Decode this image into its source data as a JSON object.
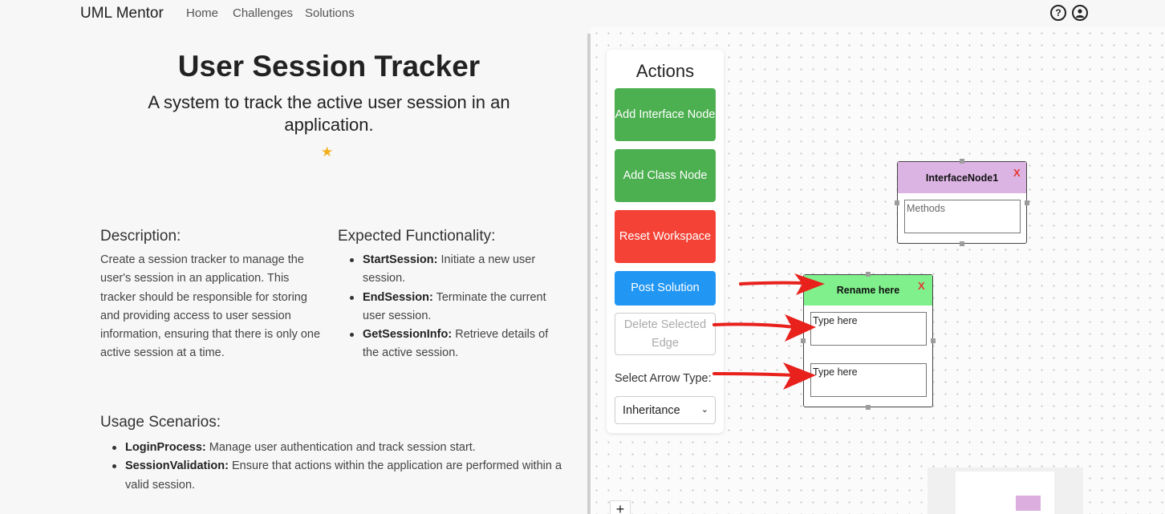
{
  "nav": {
    "brand": "UML Mentor",
    "links": [
      "Home",
      "Challenges",
      "Solutions"
    ],
    "help_icon": "help-circle-icon",
    "user_icon": "user-circle-icon"
  },
  "challenge": {
    "title": "User Session Tracker",
    "subtitle": "A system to track the active user session in an application.",
    "stars": "★",
    "description_heading": "Description:",
    "description": "Create a session tracker to manage the user's session in an application. This tracker should be responsible for storing and providing access to user session information, ensuring that there is only one active session at a time.",
    "functionality_heading": "Expected Functionality:",
    "functionality": [
      {
        "name": "StartSession:",
        "text": "Initiate a new user session."
      },
      {
        "name": "EndSession:",
        "text": "Terminate the current user session."
      },
      {
        "name": "GetSessionInfo:",
        "text": "Retrieve details of the active session."
      }
    ],
    "usage_heading": "Usage Scenarios:",
    "usage": [
      {
        "name": "LoginProcess:",
        "text": "Manage user authentication and track session start."
      },
      {
        "name": "SessionValidation:",
        "text": "Ensure that actions within the application are performed within a valid session."
      }
    ]
  },
  "actions": {
    "title": "Actions",
    "add_interface": "Add Interface Node",
    "add_class": "Add Class Node",
    "reset": "Reset Workspace",
    "post": "Post Solution",
    "delete_edge": "Delete Selected Edge",
    "arrow_label": "Select Arrow Type:",
    "arrow_value": "Inheritance"
  },
  "nodes": {
    "interface": {
      "name": "InterfaceNode1",
      "close": "X",
      "methods_placeholder": "Methods",
      "color": "#dcb4e4"
    },
    "class": {
      "name": "Rename here",
      "close": "X",
      "field1_placeholder": "Type here",
      "field2_placeholder": "Type here",
      "color": "#80f08c"
    }
  },
  "canvas": {
    "zoom_in": "+"
  },
  "colors": {
    "green": "#4caf50",
    "red": "#f44336",
    "blue": "#2196f3",
    "annotation_arrow": "#e8211c"
  }
}
